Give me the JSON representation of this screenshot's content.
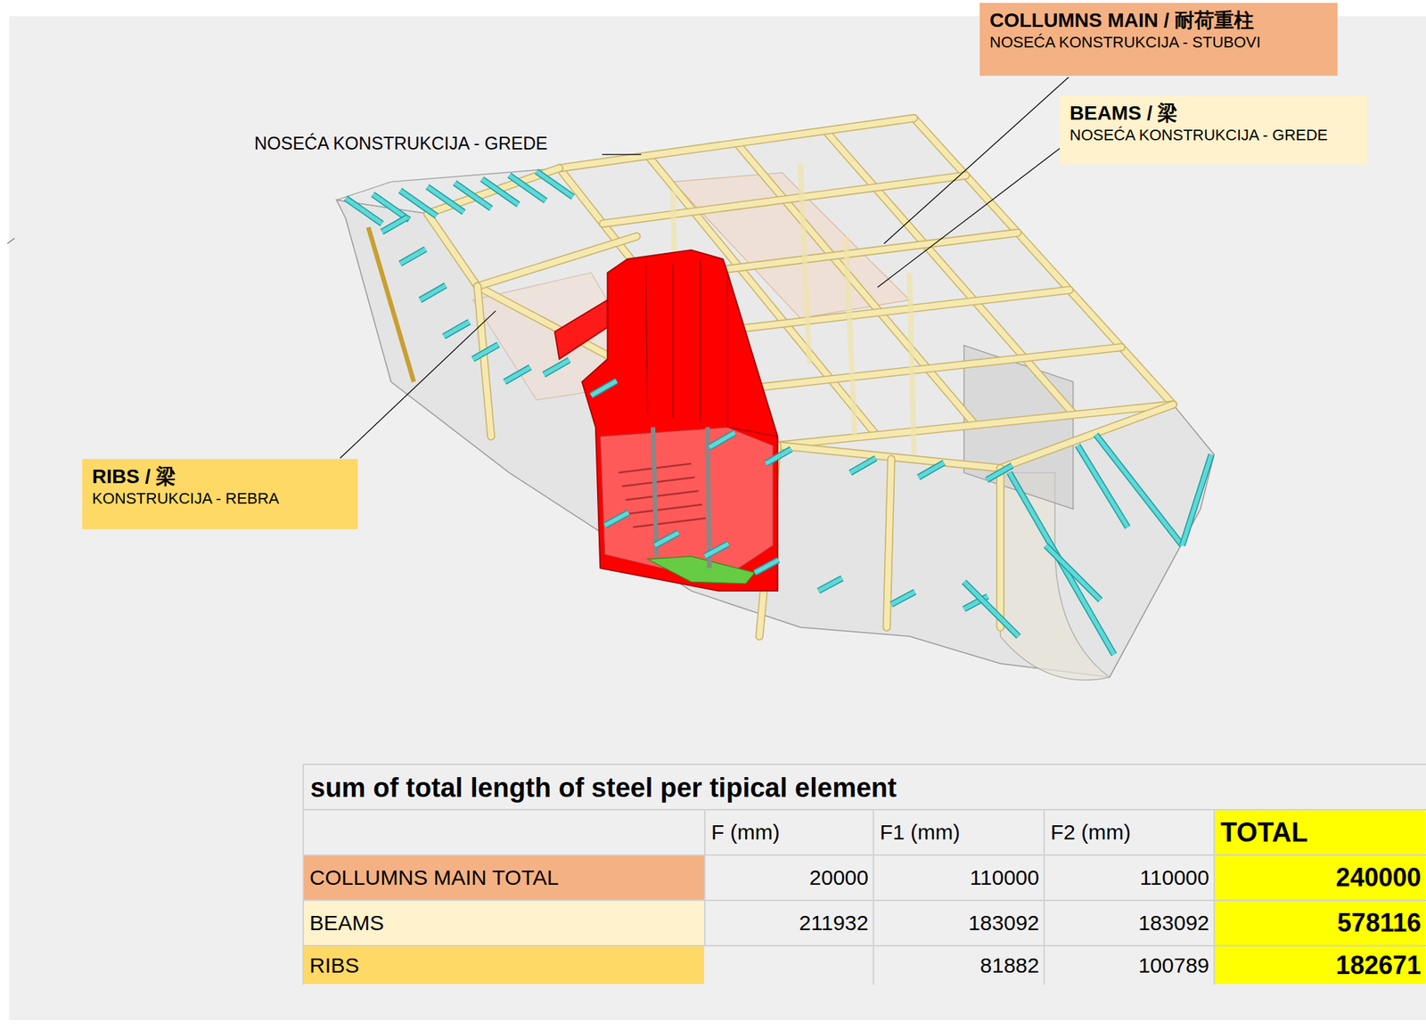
{
  "diagram": {
    "title": "sum of total length of steel per tipical element",
    "nodes": [
      {
        "text": [
          "COLLUMNS MAIN / 耐荷重柱",
          "NOSEĆA KONSTRUKCIJA - STUBOVI"
        ]
      },
      {
        "text": [
          "BEAMS / 梁",
          "NOSEĆA KONSTRUKCIJA - GREDE"
        ]
      },
      {
        "text": [
          "RIBS / 梁",
          "KONSTRUKCIJA - REBRA"
        ]
      }
    ],
    "edges": [],
    "labels": [
      "NOSEĆA KONSTRUKCIJA - GREDE",
      "F (mm)",
      "F1 (mm)",
      "F2 (mm)",
      "TOTAL",
      "COLLUMNS MAIN TOTAL",
      "20000",
      "110000",
      "110000",
      "240000",
      "BEAMS",
      "211932",
      "183092",
      "183092",
      "578116",
      "RIBS",
      "81882",
      "100789",
      "182671"
    ]
  }
}
